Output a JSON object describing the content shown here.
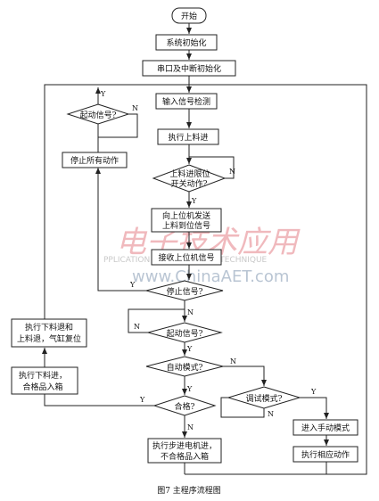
{
  "nodes": {
    "start": "开始",
    "sys_init": "系统初始化",
    "serial_init": "串口及中断初始化",
    "input_detect": "输入信号检测",
    "exec_feed": "执行上料进",
    "feed_limit": [
      "上料进限位",
      "开关动作?"
    ],
    "send_host": [
      "向上位机发送",
      "上料到位信号"
    ],
    "recv_host": "接收上位机信号",
    "stop_signal": "停止信号?",
    "start_signal_1": "起动信号?",
    "stop_all": "停止所有动作",
    "start_signal_2": "起动信号?",
    "auto_mode": "自动模式?",
    "qualified": "合格?",
    "debug_mode": "调试模式?",
    "unload": [
      "执行下料进，",
      "合格品入箱"
    ],
    "reset": [
      "执行下料退和",
      "上料退，气缸复位"
    ],
    "stepper": [
      "执行步进电机进，",
      "不合格品入箱"
    ],
    "manual_mode": "进入手动模式",
    "exec_action": "执行相应动作"
  },
  "labels": {
    "yes": "Y",
    "no": "N"
  },
  "watermark": {
    "cn": "电子技术应用",
    "en": "PPLICATION OF ELECTRONIC TECHNIQUE",
    "url": "www.ChinaAET.com"
  },
  "caption": "图7 主程序流程图"
}
